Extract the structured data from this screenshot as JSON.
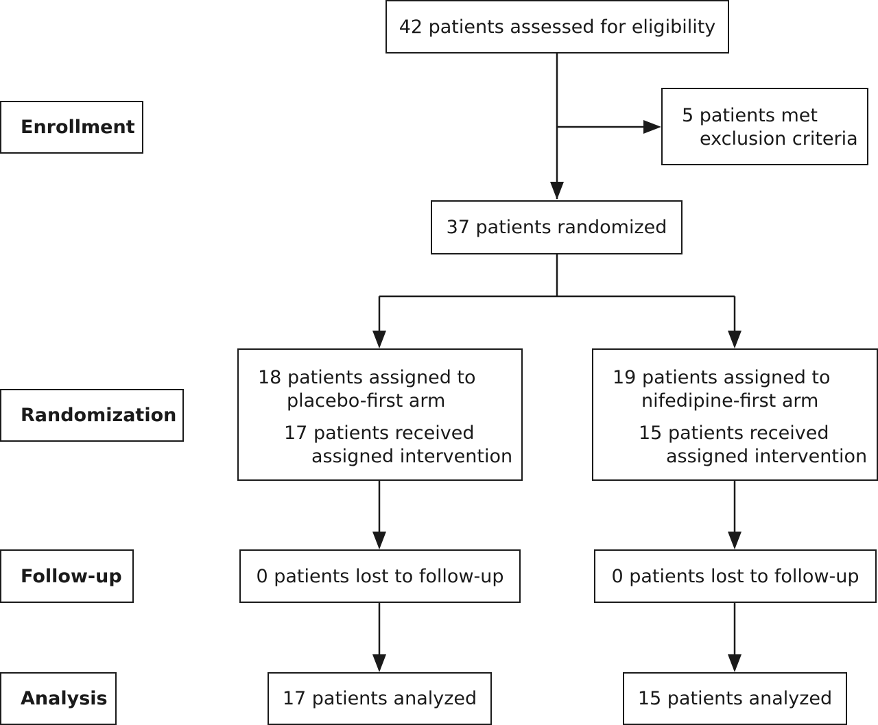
{
  "stages": {
    "enrollment": "Enrollment",
    "randomization": "Randomization",
    "followup": "Follow-up",
    "analysis": "Analysis"
  },
  "nodes": {
    "assessed": "42 patients assessed for eligibility",
    "excluded_line1": "5 patients met",
    "excluded_line2": "exclusion criteria",
    "randomized": "37 patients randomized",
    "placebo": {
      "assigned_line1": "18 patients assigned to",
      "assigned_line2": "placebo-first arm",
      "received_line1": "17 patients received",
      "received_line2": "assigned intervention",
      "lost": "0 patients lost to follow-up",
      "analyzed": "17 patients analyzed"
    },
    "nifedipine": {
      "assigned_line1": "19 patients assigned to",
      "assigned_line2": "nifedipine-first arm",
      "received_line1": "15 patients received",
      "received_line2": "assigned intervention",
      "lost": "0 patients lost to follow-up",
      "analyzed": "15 patients analyzed"
    }
  }
}
